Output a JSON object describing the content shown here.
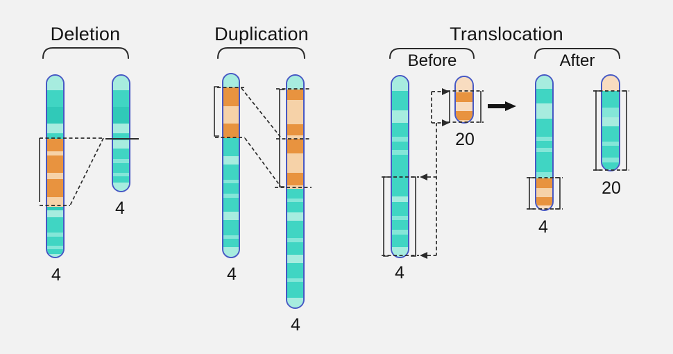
{
  "figure": {
    "description_label": "chromosome-structural-mutations-diagram"
  },
  "sections": {
    "deletion": {
      "title": "Deletion",
      "left_chromosome_label": "4",
      "right_chromosome_label": "4"
    },
    "duplication": {
      "title": "Duplication",
      "left_chromosome_label": "4",
      "right_chromosome_label": "4"
    },
    "translocation": {
      "title": "Translocation",
      "before_label": "Before",
      "after_label": "After",
      "before_chr4_label": "4",
      "before_chr20_label": "20",
      "after_chr4_label": "4",
      "after_chr20_label": "20"
    }
  },
  "colors": {
    "background": "#f2f2f2",
    "text": "#141414",
    "line": "#2b2b2b",
    "chromosome_border": "#4758c4",
    "band_aqua": "#a7ecdf",
    "band_teal": "#40d5c3",
    "band_teal_dark": "#30c9b8",
    "band_teal_light": "#84e6d8",
    "band_orange": "#e8933f",
    "band_peach": "#f6d2a8",
    "band_peach_light": "#f8dcc0"
  },
  "chromosomes": {
    "deletion_left": {
      "bands": [
        {
          "c": "aqua",
          "h": 21
        },
        {
          "c": "teal",
          "h": 24
        },
        {
          "c": "teal_dark",
          "h": 24
        },
        {
          "c": "aqua",
          "h": 14
        },
        {
          "c": "teal",
          "h": 8
        },
        {
          "c": "orange",
          "h": 18
        },
        {
          "c": "peach",
          "h": 6
        },
        {
          "c": "orange",
          "h": 25
        },
        {
          "c": "peach",
          "h": 9
        },
        {
          "c": "orange",
          "h": 26
        },
        {
          "c": "peach",
          "h": 14
        },
        {
          "c": "teal_dark",
          "h": 5
        },
        {
          "c": "aqua",
          "h": 10
        },
        {
          "c": "teal",
          "h": 22
        },
        {
          "c": "teal_light",
          "h": 6
        },
        {
          "c": "teal",
          "h": 13
        },
        {
          "c": "teal_light",
          "h": 5
        },
        {
          "c": "teal",
          "h": 7
        },
        {
          "c": "aqua",
          "h": 10
        }
      ]
    },
    "deletion_right": {
      "bands": [
        {
          "c": "aqua",
          "h": 21
        },
        {
          "c": "teal",
          "h": 24
        },
        {
          "c": "teal_dark",
          "h": 24
        },
        {
          "c": "aqua",
          "h": 14
        },
        {
          "c": "teal",
          "h": 10
        },
        {
          "c": "aqua",
          "h": 12
        },
        {
          "c": "teal",
          "h": 15
        },
        {
          "c": "teal_light",
          "h": 6
        },
        {
          "c": "teal",
          "h": 14
        },
        {
          "c": "teal_light",
          "h": 5
        },
        {
          "c": "teal",
          "h": 9
        },
        {
          "c": "aqua",
          "h": 13
        }
      ]
    },
    "duplication_left": {
      "bands": [
        {
          "c": "aqua",
          "h": 19
        },
        {
          "c": "orange",
          "h": 27
        },
        {
          "c": "peach",
          "h": 25
        },
        {
          "c": "orange",
          "h": 21
        },
        {
          "c": "teal",
          "h": 26
        },
        {
          "c": "aqua",
          "h": 12
        },
        {
          "c": "teal",
          "h": 22
        },
        {
          "c": "teal_light",
          "h": 5
        },
        {
          "c": "teal",
          "h": 15
        },
        {
          "c": "teal_light",
          "h": 6
        },
        {
          "c": "teal",
          "h": 20
        },
        {
          "c": "aqua",
          "h": 12
        },
        {
          "c": "teal",
          "h": 22
        },
        {
          "c": "teal_light",
          "h": 5
        },
        {
          "c": "teal",
          "h": 12
        },
        {
          "c": "aqua",
          "h": 15
        }
      ]
    },
    "duplication_right": {
      "bands": [
        {
          "c": "aqua",
          "h": 20
        },
        {
          "c": "orange",
          "h": 15
        },
        {
          "c": "peach",
          "h": 35
        },
        {
          "c": "orange",
          "h": 16
        },
        {
          "c": "peach",
          "h": 5
        },
        {
          "c": "orange",
          "h": 21
        },
        {
          "c": "peach",
          "h": 28
        },
        {
          "c": "orange",
          "h": 18
        },
        {
          "c": "peach",
          "h": 5
        },
        {
          "c": "teal",
          "h": 14
        },
        {
          "c": "teal_light",
          "h": 5
        },
        {
          "c": "teal",
          "h": 15
        },
        {
          "c": "aqua",
          "h": 12
        },
        {
          "c": "teal",
          "h": 25
        },
        {
          "c": "teal_light",
          "h": 6
        },
        {
          "c": "teal",
          "h": 18
        },
        {
          "c": "aqua",
          "h": 12
        },
        {
          "c": "teal",
          "h": 22
        },
        {
          "c": "teal_light",
          "h": 5
        },
        {
          "c": "teal",
          "h": 23
        },
        {
          "c": "aqua",
          "h": 15
        }
      ]
    },
    "translocation_before_4": {
      "bands": [
        {
          "c": "aqua",
          "h": 21
        },
        {
          "c": "teal",
          "h": 28
        },
        {
          "c": "aqua",
          "h": 18
        },
        {
          "c": "teal",
          "h": 20
        },
        {
          "c": "teal_light",
          "h": 7
        },
        {
          "c": "teal",
          "h": 12
        },
        {
          "c": "teal_light",
          "h": 7
        },
        {
          "c": "teal",
          "h": 60
        },
        {
          "c": "aqua",
          "h": 8
        },
        {
          "c": "teal",
          "h": 20
        },
        {
          "c": "teal_light",
          "h": 6
        },
        {
          "c": "teal",
          "h": 14
        },
        {
          "c": "teal_light",
          "h": 7
        },
        {
          "c": "teal",
          "h": 18
        },
        {
          "c": "aqua",
          "h": 15
        }
      ]
    },
    "translocation_before_20": {
      "bands": [
        {
          "c": "peach_light",
          "h": 22
        },
        {
          "c": "orange",
          "h": 14
        },
        {
          "c": "peach_light",
          "h": 13
        },
        {
          "c": "orange",
          "h": 13
        },
        {
          "c": "peach",
          "h": 8
        }
      ]
    },
    "translocation_after_4": {
      "bands": [
        {
          "c": "aqua",
          "h": 19
        },
        {
          "c": "teal",
          "h": 21
        },
        {
          "c": "aqua",
          "h": 22
        },
        {
          "c": "teal",
          "h": 26
        },
        {
          "c": "teal_light",
          "h": 6
        },
        {
          "c": "teal",
          "h": 10
        },
        {
          "c": "teal_light",
          "h": 6
        },
        {
          "c": "teal",
          "h": 29
        },
        {
          "c": "teal_light",
          "h": 9
        },
        {
          "c": "orange",
          "h": 14
        },
        {
          "c": "peach",
          "h": 13
        },
        {
          "c": "orange",
          "h": 12
        },
        {
          "c": "peach_light",
          "h": 7
        }
      ]
    },
    "translocation_after_20": {
      "bands": [
        {
          "c": "peach_light",
          "h": 22
        },
        {
          "c": "teal",
          "h": 24
        },
        {
          "c": "teal_light",
          "h": 14
        },
        {
          "c": "aqua",
          "h": 13
        },
        {
          "c": "teal",
          "h": 22
        },
        {
          "c": "teal_light",
          "h": 6
        },
        {
          "c": "teal",
          "h": 17
        },
        {
          "c": "teal_light",
          "h": 7
        },
        {
          "c": "teal",
          "h": 10
        },
        {
          "c": "aqua",
          "h": 13
        }
      ]
    }
  }
}
